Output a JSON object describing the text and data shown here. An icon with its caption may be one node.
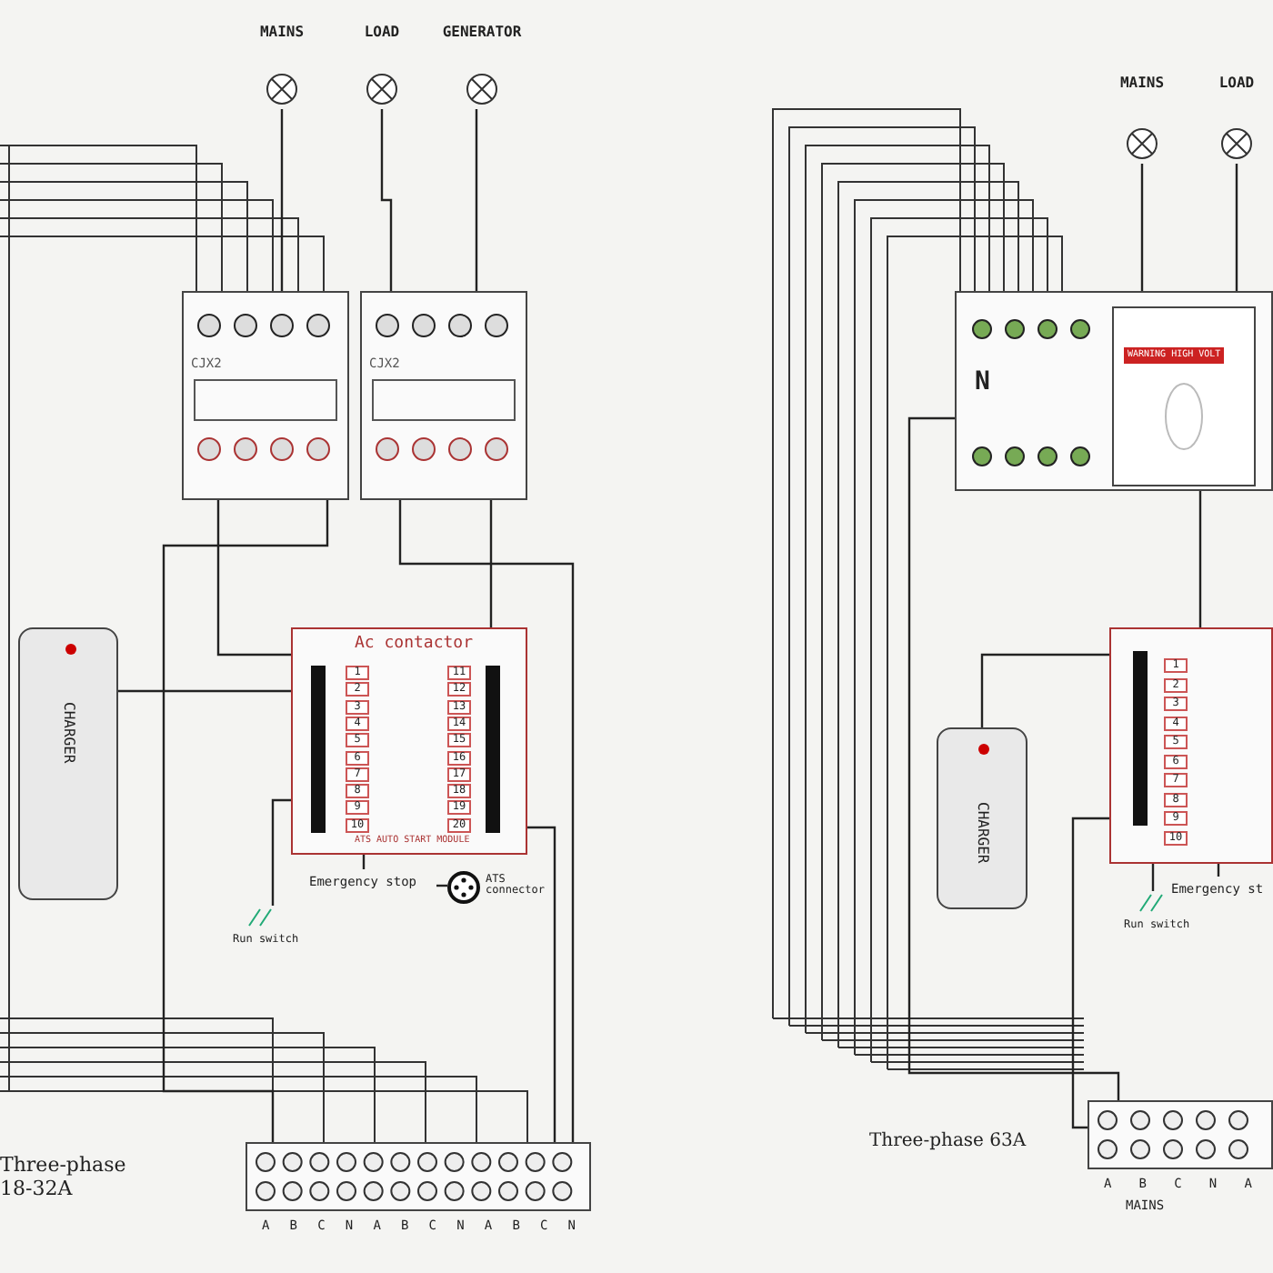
{
  "diagram": {
    "nodes": [
      {
        "text": [
          "MAINS"
        ]
      },
      {
        "text": [
          "LOAD"
        ]
      },
      {
        "text": [
          "GENERATOR"
        ]
      },
      {
        "text": [
          "CJX2"
        ]
      },
      {
        "text": [
          "CJX2"
        ]
      },
      {
        "text": [
          "Ac contactor",
          "ATS AUTO START MODULE"
        ]
      },
      {
        "text": [
          "CHARGER"
        ]
      },
      {
        "text": [
          "Emergency stop"
        ]
      },
      {
        "text": [
          "Run switch"
        ]
      },
      {
        "text": [
          "ATS connector"
        ]
      },
      {
        "text": [],
        "shape": "box",
        "beside": [
          "A",
          "B",
          "C",
          "N",
          "A",
          "B",
          "C",
          "N",
          "A",
          "B",
          "C",
          "N"
        ]
      },
      {
        "text": [
          "MAINS"
        ]
      },
      {
        "text": [
          "LOAD"
        ]
      },
      {
        "text": [
          "N",
          "WARNING HIGH VOLT"
        ]
      },
      {
        "text": [],
        "shape": "box"
      },
      {
        "text": [
          "CHARGER"
        ]
      },
      {
        "text": [
          "Emergency st"
        ]
      },
      {
        "text": [
          "Run switch"
        ]
      },
      {
        "text": [],
        "shape": "box",
        "beside": [
          "A",
          "B",
          "C",
          "N",
          "A",
          "MAINS"
        ]
      }
    ],
    "edges": [
      {
        "from": 0,
        "to": 3,
        "arrow": "none"
      },
      {
        "from": 1,
        "to": 4,
        "arrow": "none"
      },
      {
        "from": 2,
        "to": 4,
        "arrow": "none"
      },
      {
        "from": 3,
        "to": 5,
        "arrow": "none"
      },
      {
        "from": 4,
        "to": 5,
        "arrow": "none"
      },
      {
        "from": 6,
        "to": 5,
        "arrow": "none"
      },
      {
        "from": 5,
        "to": 7,
        "arrow": "none"
      },
      {
        "from": 7,
        "to": 9,
        "arrow": "none"
      },
      {
        "from": 8,
        "to": 5,
        "arrow": "none"
      },
      {
        "from": 5,
        "to": 10,
        "arrow": "none"
      },
      {
        "from": 3,
        "to": 10,
        "arrow": "none"
      },
      {
        "from": 4,
        "to": 10,
        "arrow": "none"
      },
      {
        "from": 11,
        "to": 13,
        "arrow": "none"
      },
      {
        "from": 12,
        "to": 13,
        "arrow": "none"
      },
      {
        "from": 13,
        "to": 18,
        "arrow": "none"
      },
      {
        "from": 14,
        "to": 15,
        "arrow": "none"
      },
      {
        "from": 14,
        "to": 16,
        "arrow": "none"
      },
      {
        "from": 17,
        "to": 14,
        "arrow": "none"
      },
      {
        "from": 13,
        "to": 14,
        "arrow": "none"
      },
      {
        "from": 14,
        "to": 18,
        "arrow": "none"
      }
    ],
    "labels": [
      "1",
      "2",
      "3",
      "4",
      "5",
      "6",
      "7",
      "8",
      "9",
      "10",
      "11",
      "12",
      "13",
      "14",
      "15",
      "16",
      "17",
      "18",
      "19",
      "20",
      "1",
      "2",
      "3",
      "4",
      "5",
      "6",
      "7",
      "8",
      "9",
      "10",
      "Three-phase 18-32A",
      "Three-phase 63A"
    ]
  }
}
